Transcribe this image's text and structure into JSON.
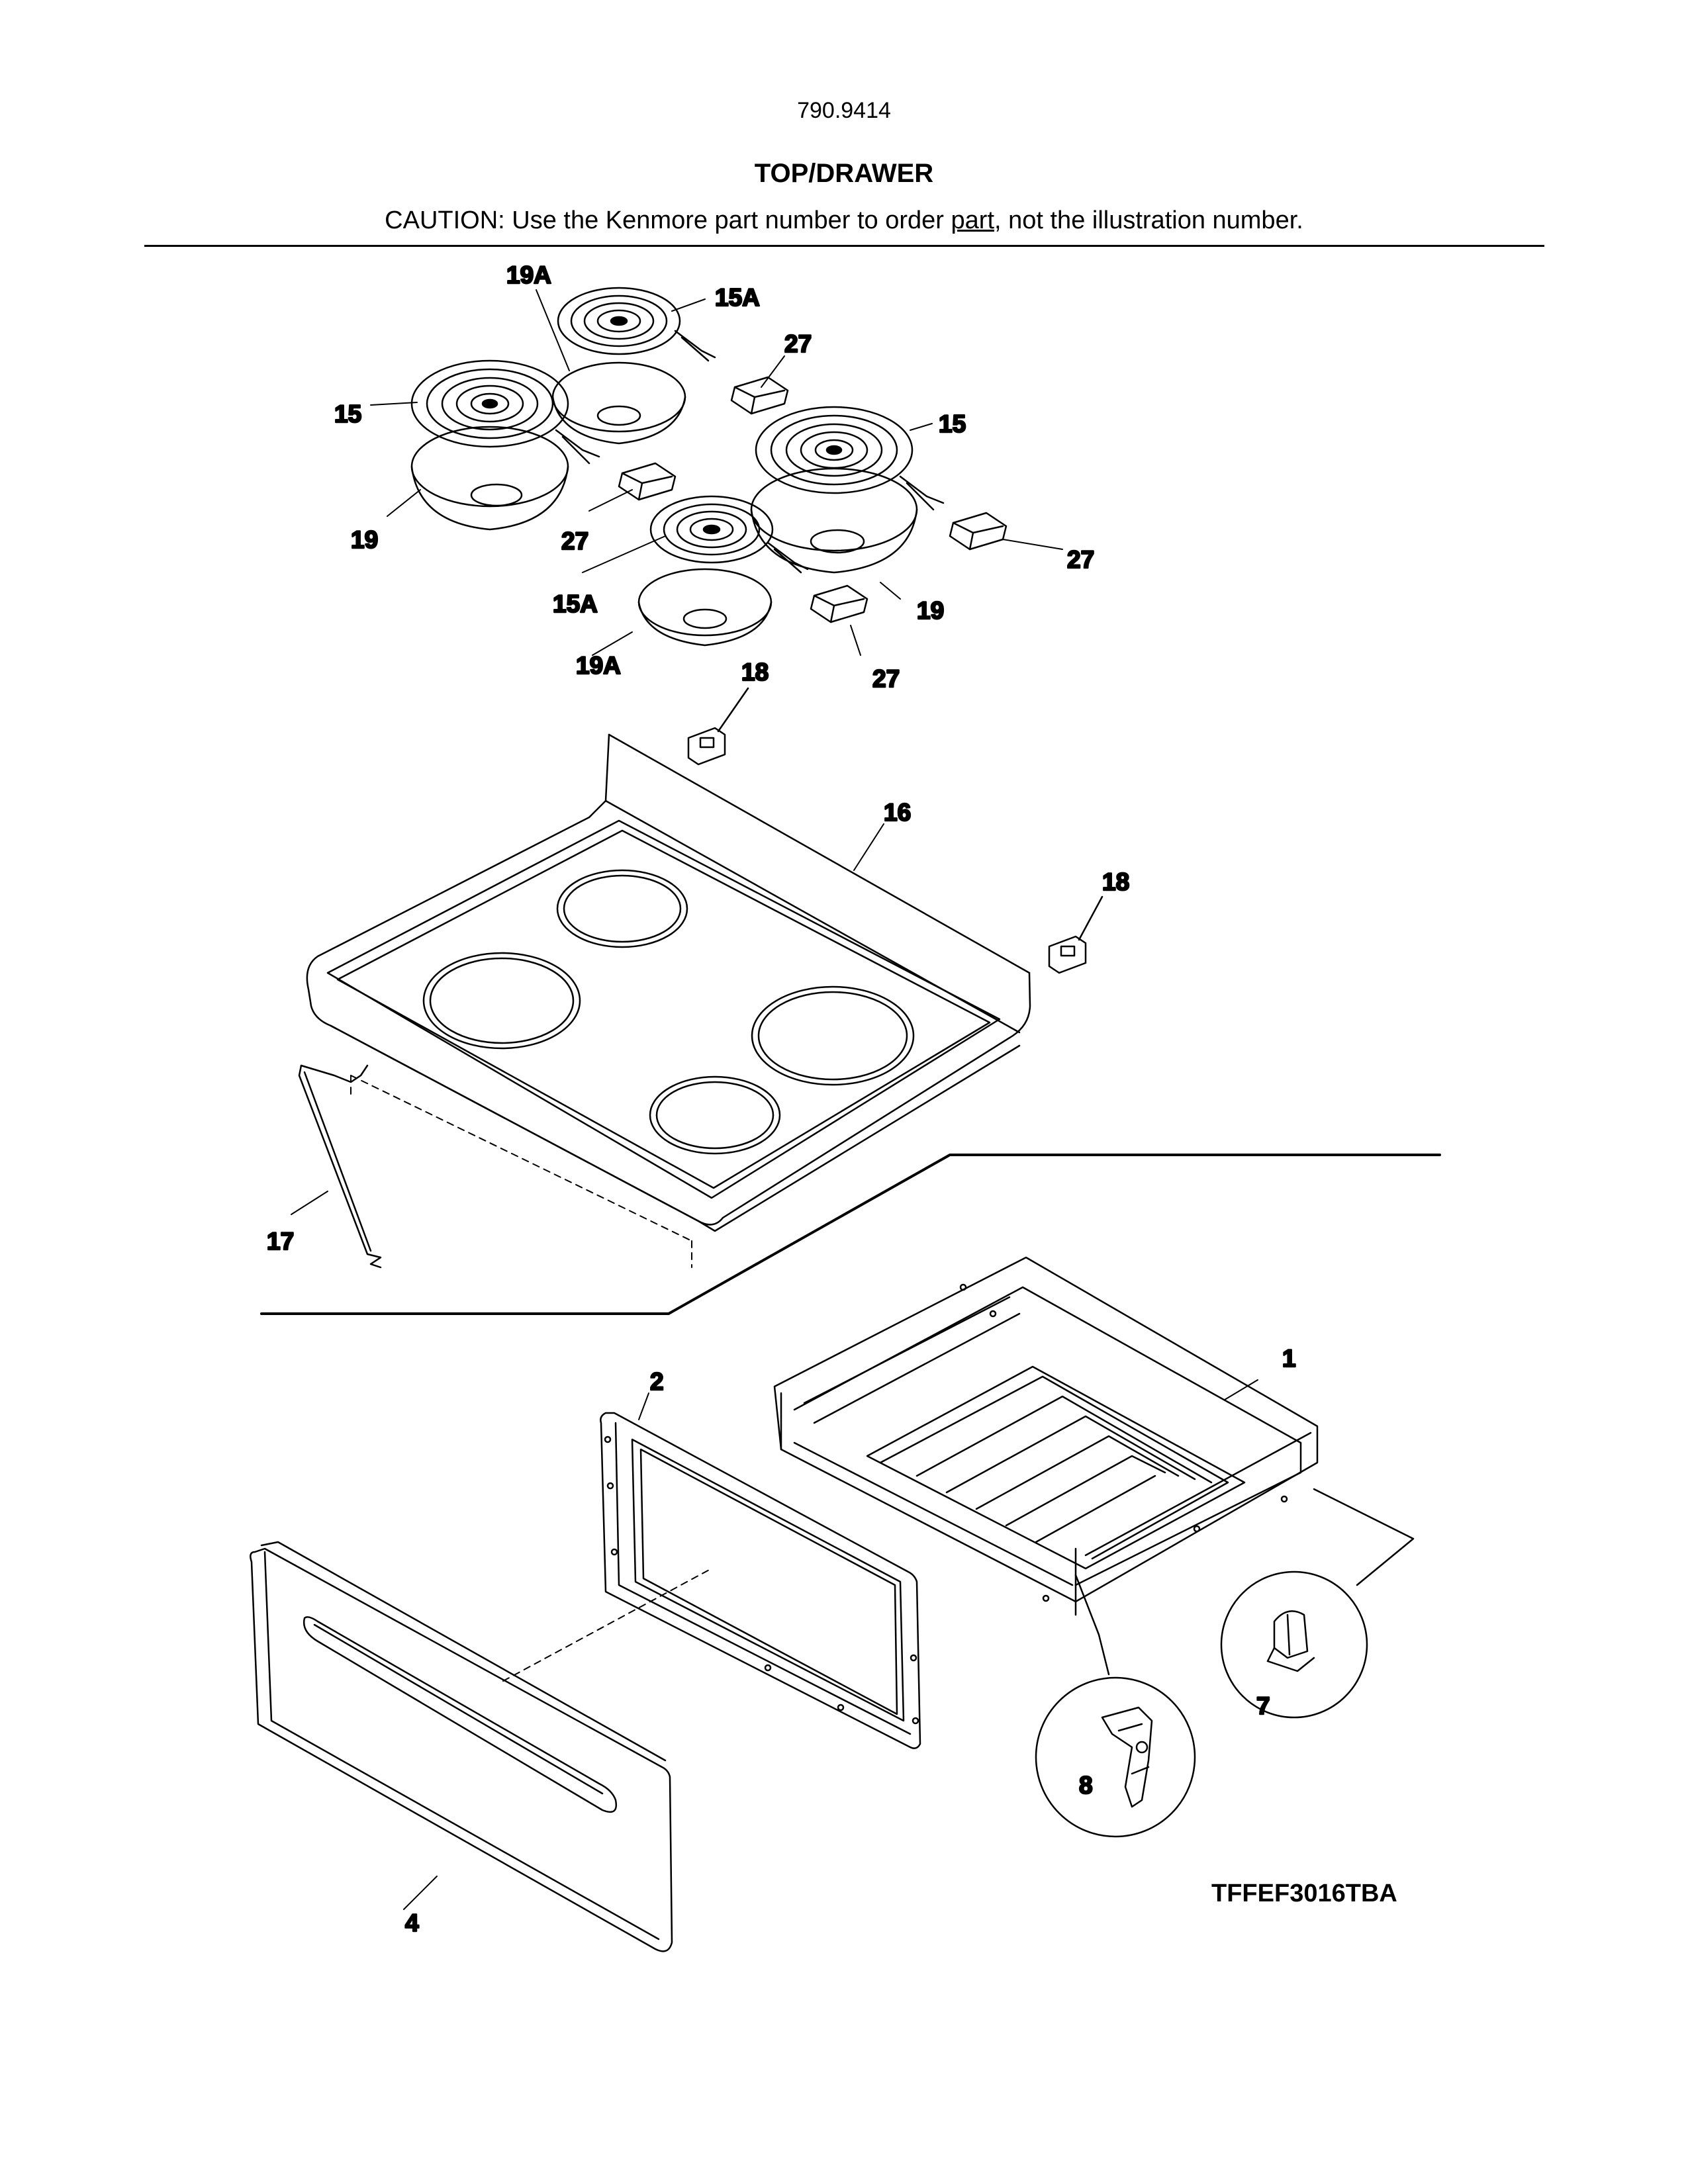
{
  "header": {
    "model_number": "790.9414",
    "section_title": "TOP/DRAWER",
    "caution_pre": "CAUTION: Use the Kenmore part number to order ",
    "caution_underlined": "part",
    "caution_post": ", not the illustration number."
  },
  "callouts": {
    "c19a_top": "19A",
    "c15a_top": "15A",
    "c27_a": "27",
    "c15_left": "15",
    "c15_right": "15",
    "c19_left": "19",
    "c27_b": "27",
    "c27_c": "27",
    "c15a_bottom": "15A",
    "c19_right": "19",
    "c19a_bottom": "19A",
    "c27_d": "27",
    "c18_a": "18",
    "c16": "16",
    "c18_b": "18",
    "c17": "17",
    "c1": "1",
    "c2": "2",
    "c7": "7",
    "c8": "8",
    "c4": "4"
  },
  "footer": {
    "diagram_code": "TFFEF3016TBA"
  }
}
